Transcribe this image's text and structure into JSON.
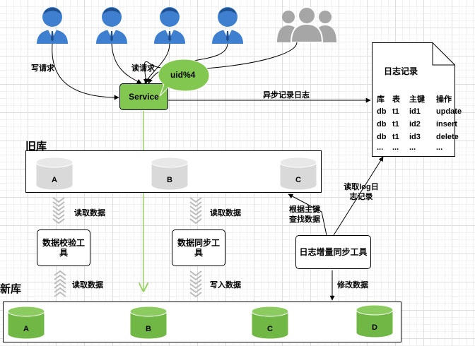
{
  "labels": {
    "write_request": "写请求",
    "read_request": "读请求",
    "service": "Service",
    "uid_mod": "uid%4",
    "async_log": "异步记录日志",
    "old_db": "旧库",
    "new_db": "新库",
    "read_data_1": "读取数据",
    "read_data_2": "读取数据",
    "read_data_3": "读取数据",
    "write_data": "写入数据",
    "verify_tool": "数据校验工具",
    "sync_tool": "数据同步工具",
    "incr_tool": "日志增量同步工具",
    "lookup_by_pk": "根据主键查找数据",
    "read_log": "读取log日志记录",
    "modify_data": "修改数据"
  },
  "log_doc": {
    "title": "日志记录",
    "headers": [
      "库",
      "表",
      "主键",
      "操作"
    ],
    "rows": [
      [
        "db",
        "t1",
        "id1",
        "update"
      ],
      [
        "db",
        "t1",
        "id2",
        "insert"
      ],
      [
        "db",
        "t1",
        "id3",
        "delete"
      ],
      [
        "...",
        "...",
        "...",
        "..."
      ]
    ]
  },
  "old_db_nodes": [
    "A",
    "B",
    "C"
  ],
  "new_db_nodes": [
    "A",
    "B",
    "C",
    "D"
  ],
  "colors": {
    "user_blue": "#3f7fcf",
    "user_gray": "#a6a6a6",
    "db_gray": "#d9d9d9",
    "db_green": "#70b745",
    "service_green": "#82c850",
    "read_arrow_green": "#9bd16a"
  }
}
